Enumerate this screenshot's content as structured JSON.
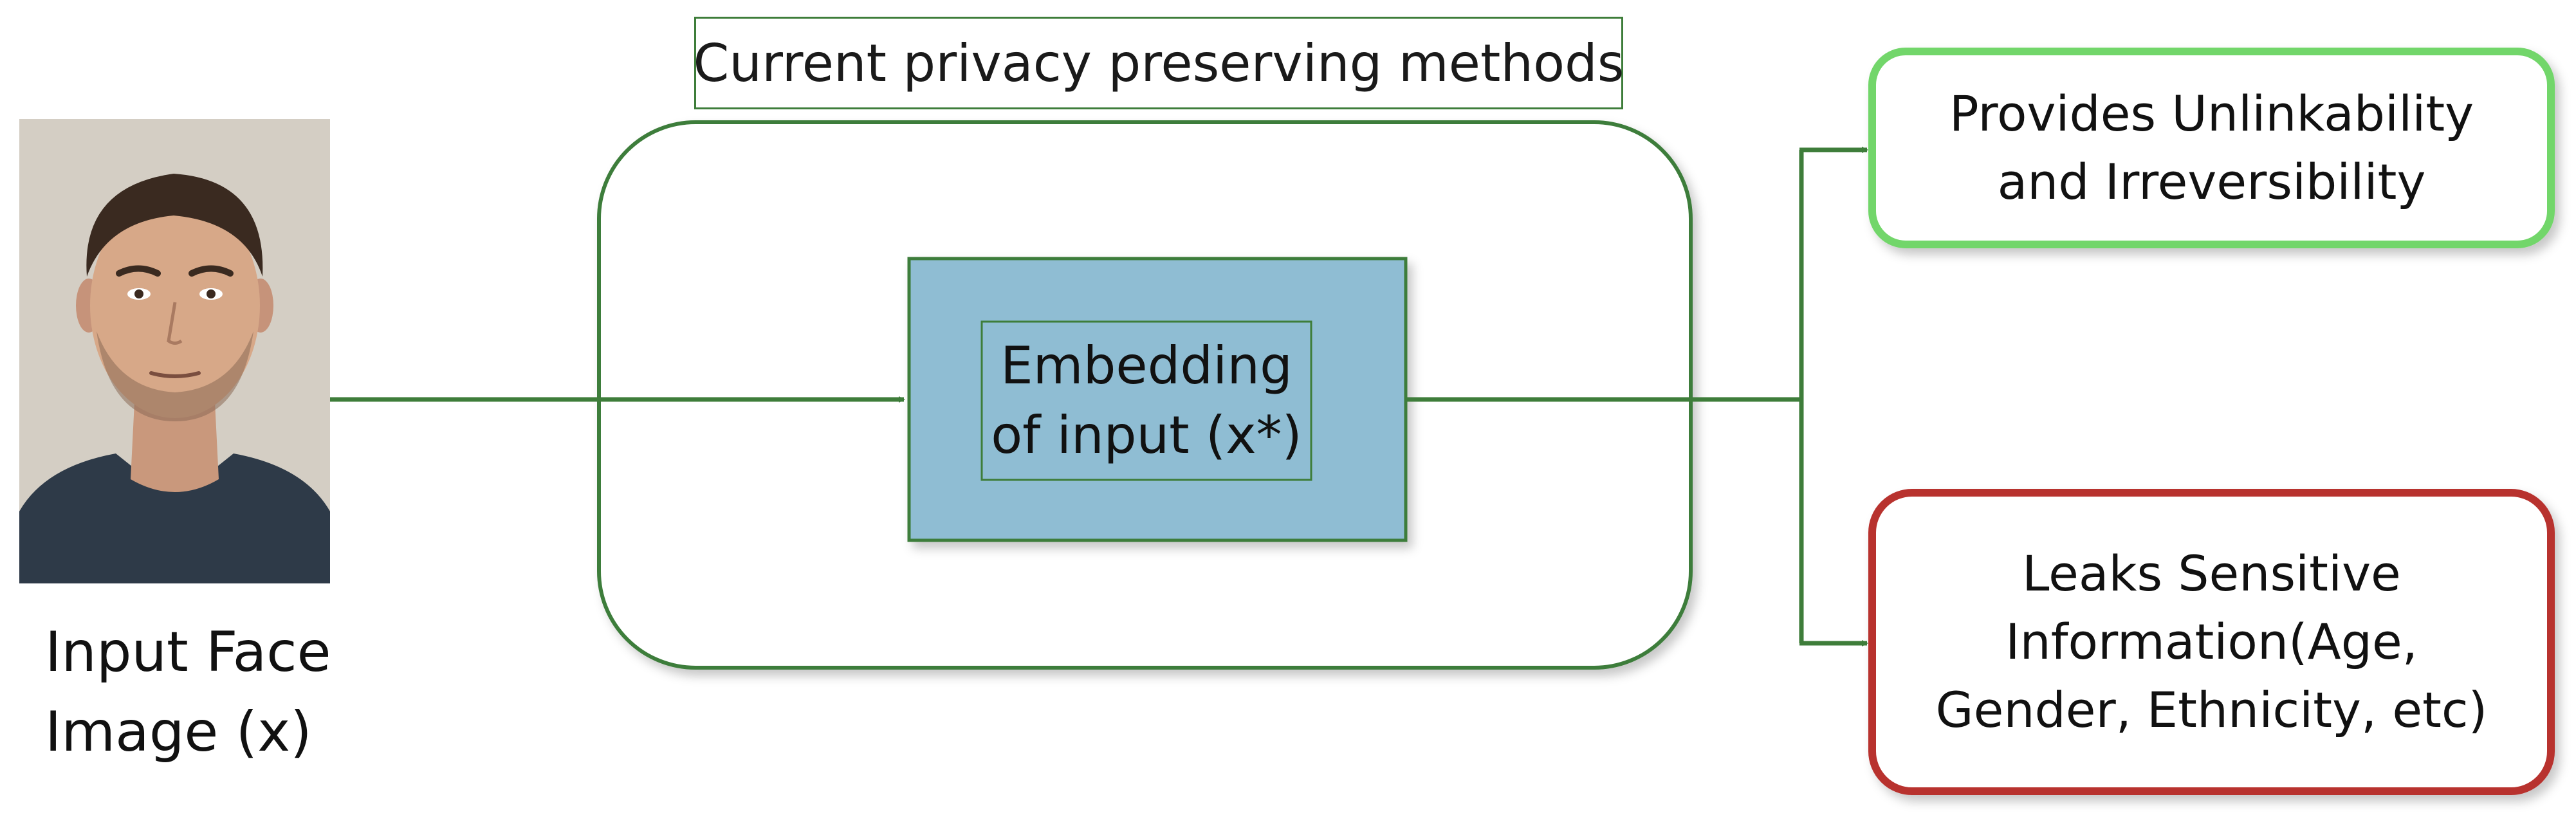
{
  "diagram": {
    "title": "Current privacy preserving methods",
    "input": {
      "label_lines": [
        "Input Face",
        "Image (x)"
      ]
    },
    "embedding": {
      "label_lines": [
        "Embedding",
        "of input (x*)"
      ]
    },
    "outputs": {
      "positive": {
        "label_lines": [
          "Provides Unlinkability",
          "and Irreversibility"
        ],
        "color": "#72d66a"
      },
      "negative": {
        "label_lines": [
          "Leaks Sensitive",
          "Information(Age,",
          "Gender, Ethnicity, etc)"
        ],
        "color": "#b8302e"
      }
    },
    "colors": {
      "line": "#3e7d3a",
      "embedding_fill": "#8fbdd3"
    }
  }
}
